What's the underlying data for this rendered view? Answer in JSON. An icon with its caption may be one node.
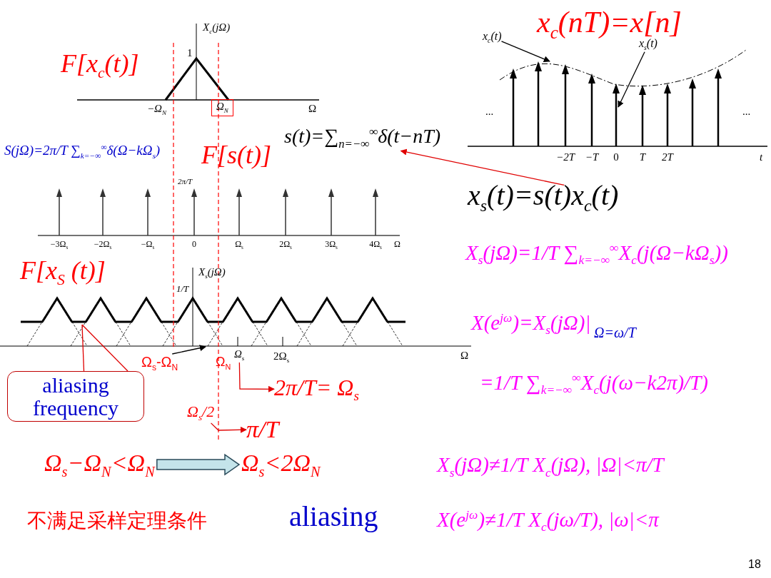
{
  "diagram": {
    "nodes": [
      {
        "text": [
          "x$_{c}$(t)"
        ]
      },
      {
        "text": [
          "x$_{s}$(t)"
        ]
      },
      {
        "text": [
          "s(t)=∑$_{n=−∞}$$^{∞}$δ(t−nT)"
        ]
      },
      {
        "text": [
          "x$_{s}$(t)=s(t)x$_{c}$(t)"
        ]
      },
      {
        "text": [
          "aliasing frequency"
        ]
      },
      {
        "text": [
          "Ω$_{s}$-Ω$_{N}$"
        ]
      },
      {
        "text": [
          "Ω$_{s}$"
        ]
      },
      {
        "text": [
          "2π/T= Ω$_{s}$"
        ]
      },
      {
        "text": [
          "Ω$_{s}$/2"
        ]
      },
      {
        "text": [
          "π/T"
        ]
      },
      {
        "text": [
          "Ω$_{s}$−Ω$_{N}$<Ω$_{N}$"
        ]
      },
      {
        "text": [
          "Ω$_{s}$<2Ω$_{N}$"
        ]
      },
      {
        "text": [
          "Ω$_{N}$"
        ]
      },
      {
        "text": [],
        "shape": "plot"
      }
    ],
    "edges": [
      {
        "from": 0,
        "to": null,
        "arrow": "to",
        "color": "#000000"
      },
      {
        "from": 1,
        "to": null,
        "arrow": "to",
        "color": "#000000"
      },
      {
        "from": 3,
        "to": 2,
        "arrow": "to"
      },
      {
        "from": 4,
        "to": 13,
        "arrow": "none"
      },
      {
        "from": 4,
        "to": 13,
        "arrow": "none"
      },
      {
        "from": 5,
        "to": 13,
        "arrow": "to",
        "color": "#000000"
      },
      {
        "from": 6,
        "to": 7,
        "arrow": "to"
      },
      {
        "from": 8,
        "to": 9,
        "arrow": "to"
      },
      {
        "from": 10,
        "to": 11,
        "arrow": "to",
        "style": "thick",
        "color": "#c4e4ea"
      }
    ],
    "labels": [
      "X$_{c}$(jΩ)",
      "1",
      "−Ω$_{N}$",
      "Ω",
      "F[x$_{c}$(t)]",
      "x$_{c}$(nT)=x[n]",
      "...",
      "...",
      "−2T",
      "−T",
      "0",
      "T",
      "2T",
      "t",
      "S(jΩ)=2π/T ∑$_{k=−∞}$$^{∞}$δ(Ω−kΩ$_{s}$)",
      "F[s(t)]",
      "2π/T",
      "−3Ω$_{s}$",
      "−2Ω$_{s}$",
      "−Ω$_{s}$",
      "0",
      "Ω$_{s}$",
      "2Ω$_{s}$",
      "3Ω$_{s}$",
      "4Ω$_{s}$",
      "Ω",
      "F[x$_{S}$ (t)]",
      "X$_{s}$(jΩ)",
      "1/T",
      "Ω$_{N}$",
      "2Ω$_{s}$",
      "Ω",
      "X$_{s}$(jΩ)=1/T ∑$_{k=−∞}$$^{∞}$X$_{c}$(j(Ω−kΩ$_{s}$))",
      "X(e$^{jω}$)=X$_{s}$(jΩ)|",
      "Ω=ω/T",
      "=1/T ∑$_{k=−∞}$$^{∞}$X$_{c}$(j(ω−k2π)/T)",
      "X$_{s}$(jΩ)≠1/T X$_{c}$(jΩ), |Ω|<π/T",
      "不满足采样定理条件",
      "aliasing",
      "X(e$^{jω}$)≠1/T X$_{c}$(jω/T), |ω|<π",
      "18"
    ]
  }
}
